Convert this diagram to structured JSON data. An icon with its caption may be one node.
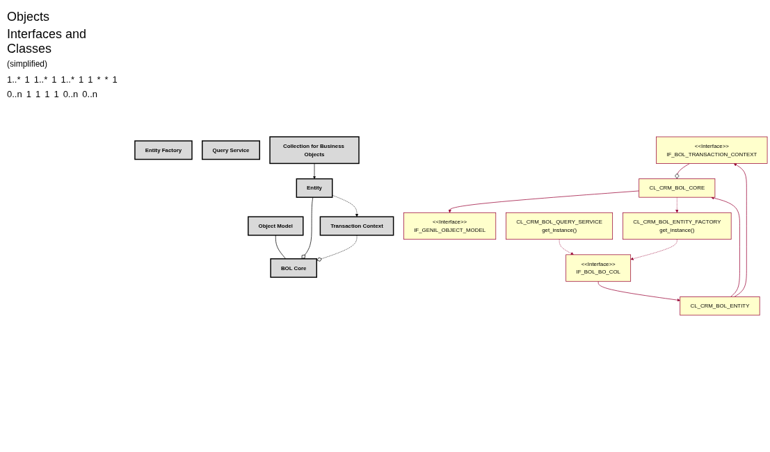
{
  "diagram": {
    "nodes": [
      {
        "text": [
          "Object Model"
        ]
      },
      {
        "text": [
          "Transaction Context"
        ]
      },
      {
        "text": [
          "BOL Core"
        ]
      },
      {
        "text": [
          "Entity"
        ]
      },
      {
        "text": [
          "Entity Factory"
        ]
      },
      {
        "text": [
          "Query Service"
        ]
      },
      {
        "text": [
          "Collection for Business Objects"
        ]
      },
      {
        "text": [
          "<<Interface>>",
          "IF_GENIL_OBJECT_MODEL"
        ]
      },
      {
        "text": [
          "<<Interface>>",
          "IF_BOL_TRANSACTION_CONTEXT"
        ]
      },
      {
        "text": [
          "CL_CRM_BOL_CORE"
        ]
      },
      {
        "text": [
          "CL_CRM_BOL_ENTITY"
        ]
      },
      {
        "text": [
          "CL_CRM_BOL_ENTITY_FACTORY",
          "get_instance()"
        ]
      },
      {
        "text": [
          "<<Interface>>",
          "IF_BOL_BO_COL"
        ]
      },
      {
        "text": [
          "CL_CRM_BOL_QUERY_SERVICE",
          "get_instance()"
        ]
      }
    ],
    "edges": [
      {
        "from": 0,
        "to": 2,
        "arrow": "none",
        "color": "#000000"
      },
      {
        "from": 2,
        "to": 1,
        "arrow": "other",
        "style": "dashed",
        "color": "#000000"
      },
      {
        "from": 2,
        "to": 3,
        "arrow": "other",
        "color": "#000000"
      },
      {
        "from": 3,
        "to": 1,
        "arrow": "to",
        "style": "dashed",
        "color": "#000000"
      },
      {
        "from": 6,
        "to": 3,
        "arrow": "to",
        "color": "#000000"
      },
      {
        "from": 9,
        "to": 7,
        "arrow": "to"
      },
      {
        "from": 9,
        "to": 8,
        "arrow": "other"
      },
      {
        "from": 10,
        "to": 8,
        "arrow": "to"
      },
      {
        "from": 10,
        "to": 9,
        "arrow": "to"
      },
      {
        "from": 9,
        "to": 11,
        "arrow": "to",
        "style": "dashed"
      },
      {
        "from": 11,
        "to": 12,
        "arrow": "to",
        "style": "dashed"
      },
      {
        "from": 13,
        "to": 12,
        "arrow": "to",
        "style": "dashed"
      },
      {
        "from": 12,
        "to": 10,
        "arrow": "to"
      }
    ],
    "labels": [
      "Objects",
      "Interfaces and Classes",
      "(simplified)",
      "1..*",
      "1",
      "1..*",
      "1",
      "1..*",
      "1",
      "1",
      "*",
      "*",
      "1",
      "0..n",
      "1",
      "1",
      "1",
      "1",
      "0..n",
      "0..n"
    ]
  }
}
